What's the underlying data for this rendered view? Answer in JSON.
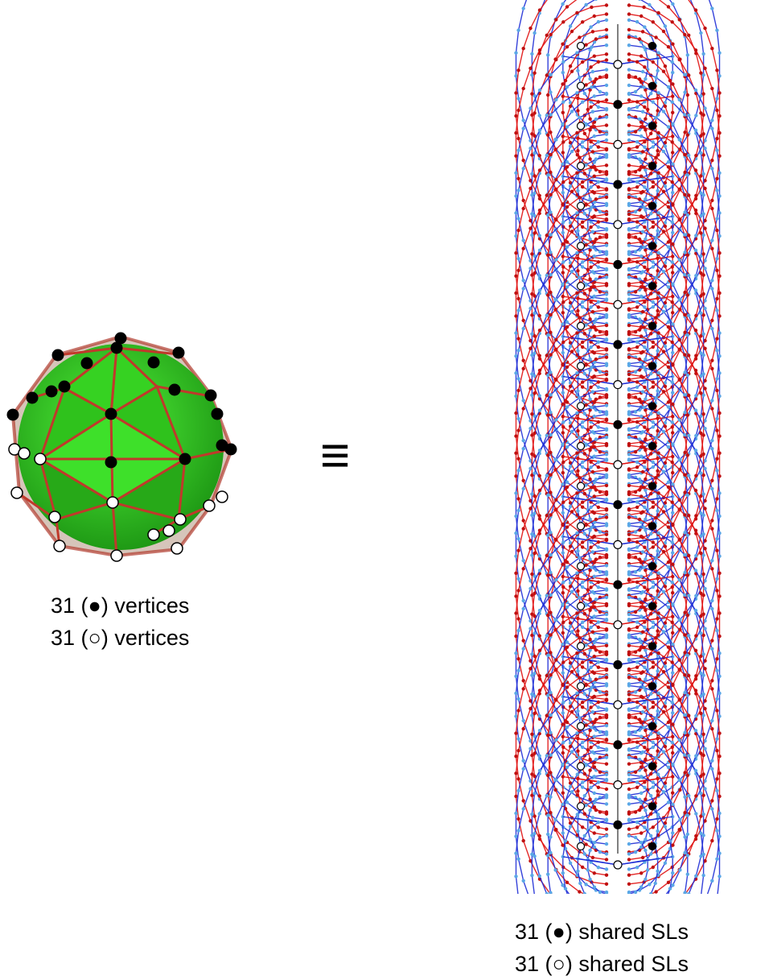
{
  "left": {
    "figure": "pentakis-dodecahedron-with-stellations",
    "caption_lines": [
      {
        "count": "31",
        "symbol": "●",
        "text": "vertices"
      },
      {
        "count": "31",
        "symbol": "○",
        "text": "vertices"
      }
    ]
  },
  "equivalence_symbol": "≡",
  "right": {
    "figure": "stacked-schlegel-graph",
    "caption_lines": [
      {
        "count": "31",
        "symbol": "●",
        "text": "shared SLs"
      },
      {
        "count": "31",
        "symbol": "○",
        "text": "shared SLs"
      }
    ]
  },
  "colors": {
    "blue_edges": "#1f2ed6",
    "red_edges": "#e01010",
    "blue_points": "#5aa7e6",
    "red_points": "#c01010",
    "poly_light": "#43e62a",
    "poly_mid": "#2bc41b",
    "poly_dark": "#1e8a14",
    "poly_edges": "#b03a2e"
  }
}
